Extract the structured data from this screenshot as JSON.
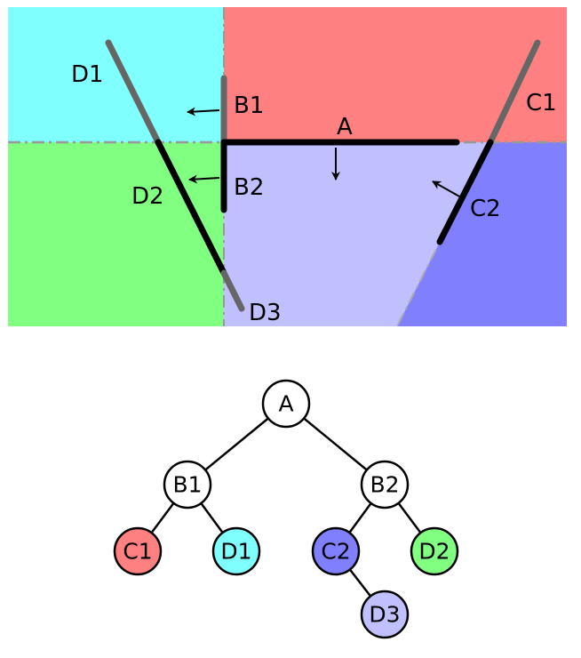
{
  "colors": {
    "region_C1": "#ff8080",
    "region_D1": "#80ffff",
    "region_C2": "#8080ff",
    "region_D2": "#80ff80",
    "region_D3": "#c0c0ff",
    "node_default": "#ffffff",
    "split_active": "#000000",
    "split_inactive": "#666666",
    "axis_dashed": "#999999"
  },
  "regions": {
    "C1": {
      "name": "C1"
    },
    "D1": {
      "name": "D1"
    },
    "C2": {
      "name": "C2"
    },
    "D2": {
      "name": "D2"
    },
    "D3": {
      "name": "D3"
    }
  },
  "segments": {
    "A": {
      "label": "A"
    },
    "B1": {
      "label": "B1"
    },
    "B2": {
      "label": "B2"
    },
    "C1": {
      "label": "C1"
    },
    "C2": {
      "label": "C2"
    },
    "D1": {
      "label": "D1"
    },
    "D2": {
      "label": "D2"
    },
    "D3": {
      "label": "D3"
    }
  },
  "tree": {
    "nodes": {
      "A": {
        "label": "A",
        "color": "#ffffff"
      },
      "B1": {
        "label": "B1",
        "color": "#ffffff"
      },
      "B2": {
        "label": "B2",
        "color": "#ffffff"
      },
      "C1": {
        "label": "C1",
        "color": "#ff8080"
      },
      "D1": {
        "label": "D1",
        "color": "#80ffff"
      },
      "C2": {
        "label": "C2",
        "color": "#8080ff"
      },
      "D2": {
        "label": "D2",
        "color": "#80ff80"
      },
      "D3": {
        "label": "D3",
        "color": "#c0c0ff"
      }
    },
    "edges": [
      [
        "A",
        "B1"
      ],
      [
        "A",
        "B2"
      ],
      [
        "B1",
        "C1"
      ],
      [
        "B1",
        "D1"
      ],
      [
        "B2",
        "C2"
      ],
      [
        "B2",
        "D2"
      ],
      [
        "C2",
        "D3"
      ]
    ]
  }
}
